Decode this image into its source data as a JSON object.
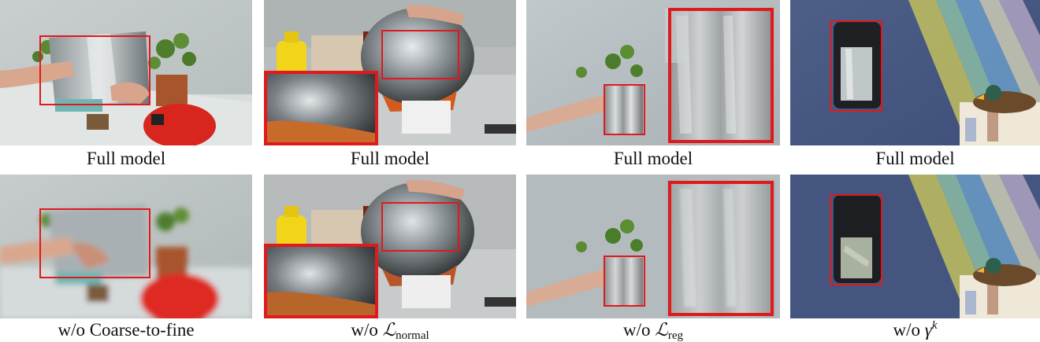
{
  "figure": {
    "captions": {
      "full_model": "Full model",
      "coarse_to_fine": "w/o Coarse-to-fine",
      "wo_prefix": "w/o",
      "loss_symbol": "ℒ",
      "normal_sub": "normal",
      "reg_sub": "reg",
      "gamma_symbol": "γ",
      "gamma_sup": "k"
    },
    "colors": {
      "highlight_box": "#e0191c"
    }
  }
}
